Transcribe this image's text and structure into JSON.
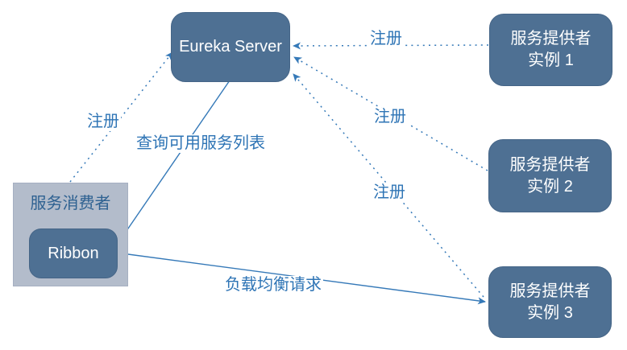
{
  "colors": {
    "node_fill": "#4e7093",
    "node_border": "#456587",
    "node_text": "#ffffff",
    "consumer_fill": "#b3bccb",
    "consumer_border": "#a6b0c2",
    "consumer_title": "#2e6191",
    "label_text": "#2e74b5",
    "line": "#3579b8"
  },
  "nodes": {
    "eureka": {
      "label": "Eureka Server"
    },
    "provider1": {
      "line1": "服务提供者",
      "line2": "实例 1"
    },
    "provider2": {
      "line1": "服务提供者",
      "line2": "实例 2"
    },
    "provider3": {
      "line1": "服务提供者",
      "line2": "实例 3"
    },
    "consumer": {
      "title": "服务消费者",
      "ribbon_label": "Ribbon"
    }
  },
  "edge_labels": {
    "register_provider1": "注册",
    "register_provider2": "注册",
    "register_provider3": "注册",
    "register_consumer": "注册",
    "query_services": "查询可用服务列表",
    "load_balance": "负载均衡请求"
  }
}
